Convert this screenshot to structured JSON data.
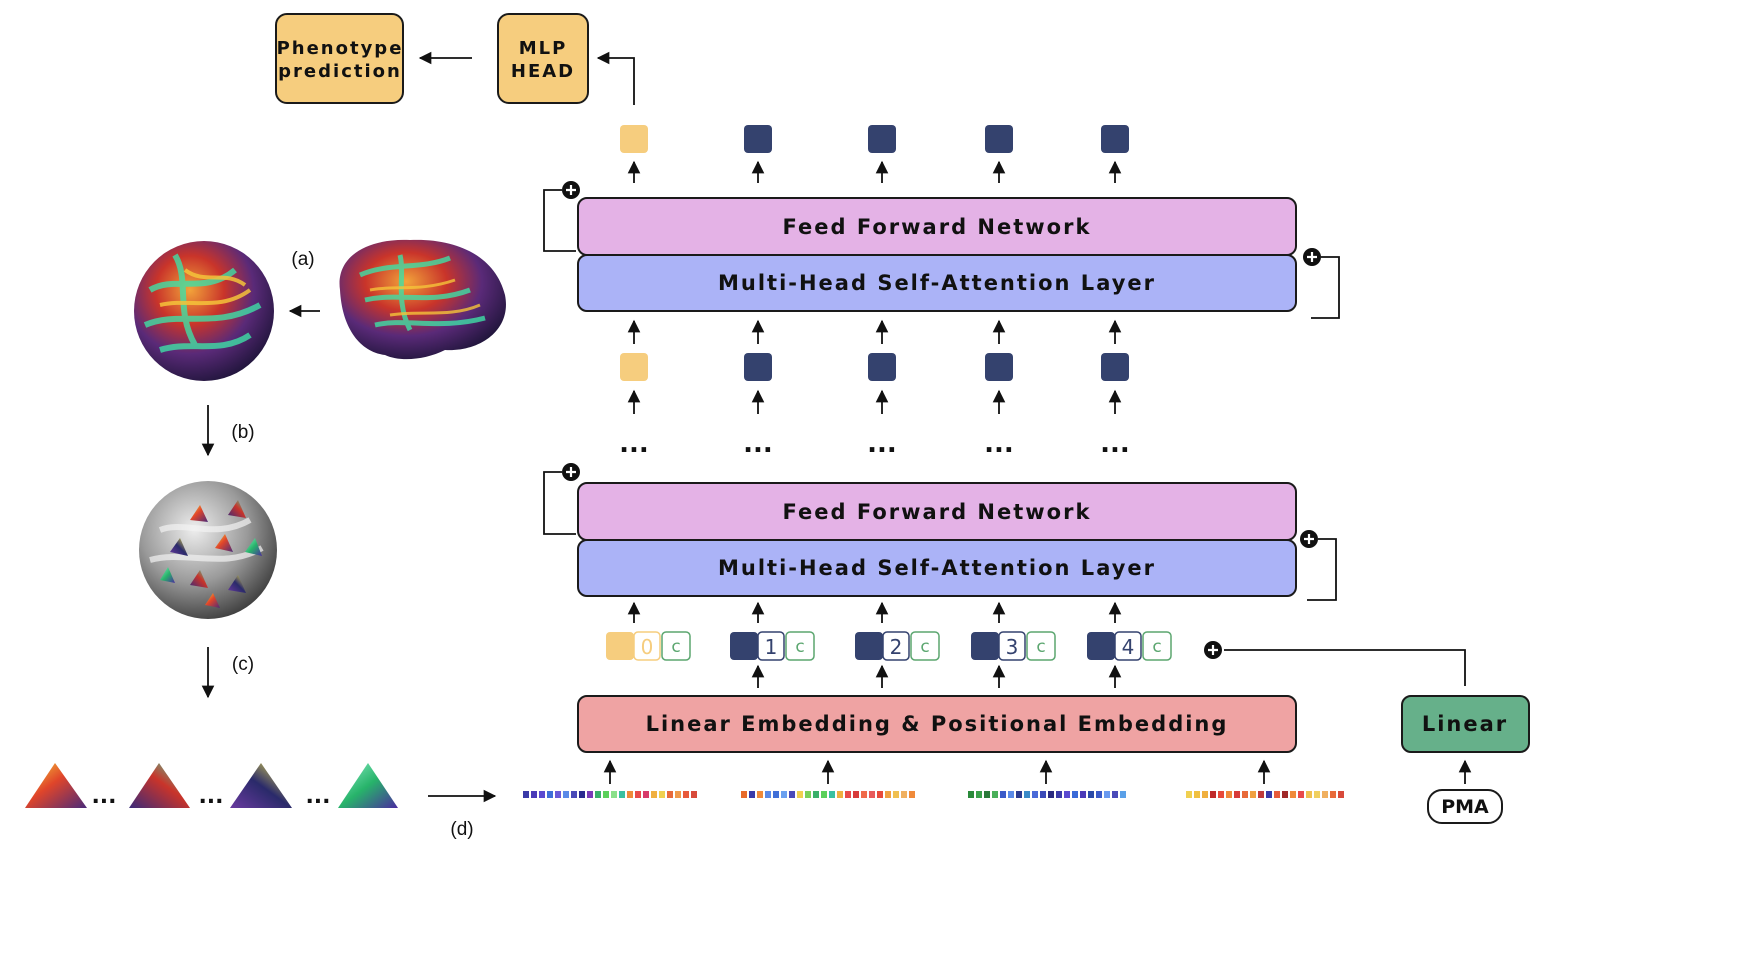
{
  "boxes": {
    "phenotype": "Phenotype prediction",
    "phenotype_line1": "Phenotype",
    "phenotype_line2": "prediction",
    "mlp_line1": "MLP",
    "mlp_line2": "HEAD",
    "ffn": "Feed Forward Network",
    "mhsa": "Multi-Head Self-Attention Layer",
    "embedding": "Linear Embedding & Positional Embedding",
    "linear": "Linear",
    "pma": "PMA"
  },
  "step_labels": {
    "a": "(a)",
    "b": "(b)",
    "c": "(c)",
    "d": "(d)"
  },
  "ellipsis": "...",
  "position_tokens": [
    "0",
    "1",
    "2",
    "3",
    "4"
  ],
  "condition_token": "c",
  "colors": {
    "yellow_box": "#F6CD7E",
    "ffn": "#E4B2E6",
    "mhsa": "#ABB3F7",
    "embedding": "#EFA3A3",
    "linear": "#66B08A",
    "token_dark": "#34426E",
    "token_cls": "#F6CD7E",
    "cond_green": "#5BA66F"
  }
}
